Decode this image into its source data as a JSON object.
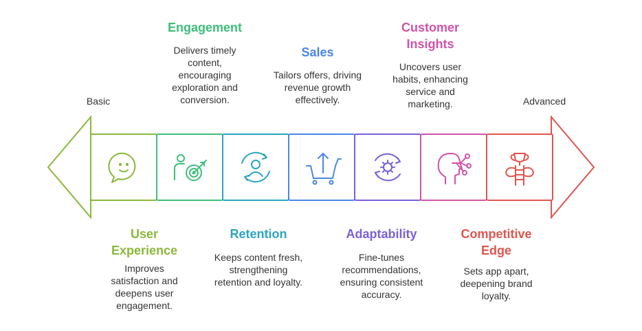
{
  "scale": {
    "start_label": "Basic",
    "end_label": "Advanced"
  },
  "stages": [
    {
      "title": "User Experience",
      "title_lines": [
        "User",
        "Experience"
      ],
      "description": "Improves satisfaction and deepens user engagement.",
      "description_lines": [
        "Improves",
        "satisfaction and",
        "deepens user",
        "engagement."
      ],
      "color": "#8ab83a",
      "icon": "smiley-chat-icon",
      "position": "below"
    },
    {
      "title": "Engagement",
      "title_lines": [
        "Engagement"
      ],
      "description": "Delivers timely content, encouraging exploration and conversion.",
      "description_lines": [
        "Delivers timely",
        "content,",
        "encouraging",
        "exploration and",
        "conversion."
      ],
      "color": "#3dbf7b",
      "icon": "person-target-icon",
      "position": "above"
    },
    {
      "title": "Retention",
      "title_lines": [
        "Retention"
      ],
      "description": "Keeps content fresh, strengthening retention and loyalty.",
      "description_lines": [
        "Keeps content fresh,",
        "strengthening",
        "retention and loyalty."
      ],
      "color": "#2ba5c0",
      "icon": "user-cycle-icon",
      "position": "below"
    },
    {
      "title": "Sales",
      "title_lines": [
        "Sales"
      ],
      "description": "Tailors offers, driving revenue growth effectively.",
      "description_lines": [
        "Tailors offers, driving",
        "revenue growth",
        "effectively."
      ],
      "color": "#4a86e8",
      "icon": "cart-upload-icon",
      "position": "above"
    },
    {
      "title": "Adaptability",
      "title_lines": [
        "Adaptability"
      ],
      "description": "Fine-tunes recommendations, ensuring consistent accuracy.",
      "description_lines": [
        "Fine-tunes",
        "recommendations,",
        "ensuring consistent",
        "accuracy."
      ],
      "color": "#7b5fd9",
      "icon": "gear-refresh-icon",
      "position": "below"
    },
    {
      "title": "Customer Insights",
      "title_lines": [
        "Customer",
        "Insights"
      ],
      "description": "Uncovers user habits, enhancing service and marketing.",
      "description_lines": [
        "Uncovers user",
        "habits, enhancing",
        "service and",
        "marketing."
      ],
      "color": "#d253a8",
      "icon": "head-network-icon",
      "position": "above"
    },
    {
      "title": "Competitive Edge",
      "title_lines": [
        "Competitive",
        "Edge"
      ],
      "description": "Sets app apart, deepening brand loyalty.",
      "description_lines": [
        "Sets app apart,",
        "deepening brand",
        "loyalty."
      ],
      "color": "#e0544e",
      "icon": "trophy-ladder-icon",
      "position": "below"
    }
  ]
}
